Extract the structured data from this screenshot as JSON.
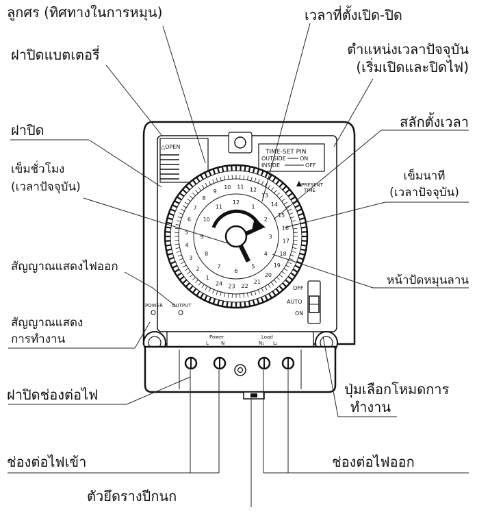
{
  "labels": {
    "pointer": "ลูกศร (ทิศทางในการหมุน)",
    "set_time": "เวลาที่ตั้งเปิด-ปิด",
    "battery_cover": "ฝาปิดแบตเตอรี่",
    "present_time_position": "ตำแหน่งเวลาปัจจุบัน",
    "present_time_position_sub": "(เริ่มเปิดและปิดไฟ)",
    "cover": "ฝาปิด",
    "timer_pin": "สลักตั้งเวลา",
    "hour_hand": "เข็มชั่วโมง",
    "hour_hand_sub": "(เวลาปัจจุบัน)",
    "minute_hand": "เข็มนาที",
    "minute_hand_sub": "(เวลาปัจจุบัน)",
    "output_signal": "สัญญาณแสดงไฟออก",
    "dial": "หน้าปัดหมุนลาน",
    "power_signal": "สัญญาณแสดง",
    "power_signal_sub": "การทำงาน",
    "terminal_cover": "ฝาปิดช่องต่อไฟ",
    "mode_switch": "ปุ่มเลือกโหมดการ",
    "mode_switch_sub": "ทำงาน",
    "input_terminal": "ช่องต่อไฟเข้า",
    "output_terminal": "ช่องต่อไฟออก",
    "rail_clip": "ตัวยึดรางปีกนก"
  },
  "device": {
    "open_mark": "△OPEN",
    "pin_title": "TIME-SET PIN",
    "pin_outside": "OUTSIDE",
    "pin_on": "ON",
    "pin_inside": "INSIDE",
    "pin_off": "OFF",
    "present_time_1": "PRESENT",
    "present_time_2": "TIME",
    "power_led": "POWER",
    "output_led": "OUTPUT",
    "switch_off": "OFF",
    "switch_auto": "AUTO",
    "switch_on": "ON",
    "terminal_power": "Power",
    "terminal_power_l": "L",
    "terminal_power_n": "N",
    "terminal_load": "Load",
    "terminal_load_n": "N₁",
    "terminal_load_l": "L₁",
    "hour_numbers": [
      "12",
      "1",
      "2",
      "3",
      "4",
      "5",
      "6",
      "7",
      "8",
      "9",
      "10",
      "11"
    ],
    "dial_numbers": [
      "24",
      "1",
      "2",
      "3",
      "4",
      "5",
      "6",
      "7",
      "8",
      "9",
      "10",
      "11",
      "12",
      "13",
      "14",
      "15",
      "16",
      "17",
      "18",
      "19",
      "20",
      "21",
      "22",
      "23"
    ]
  }
}
